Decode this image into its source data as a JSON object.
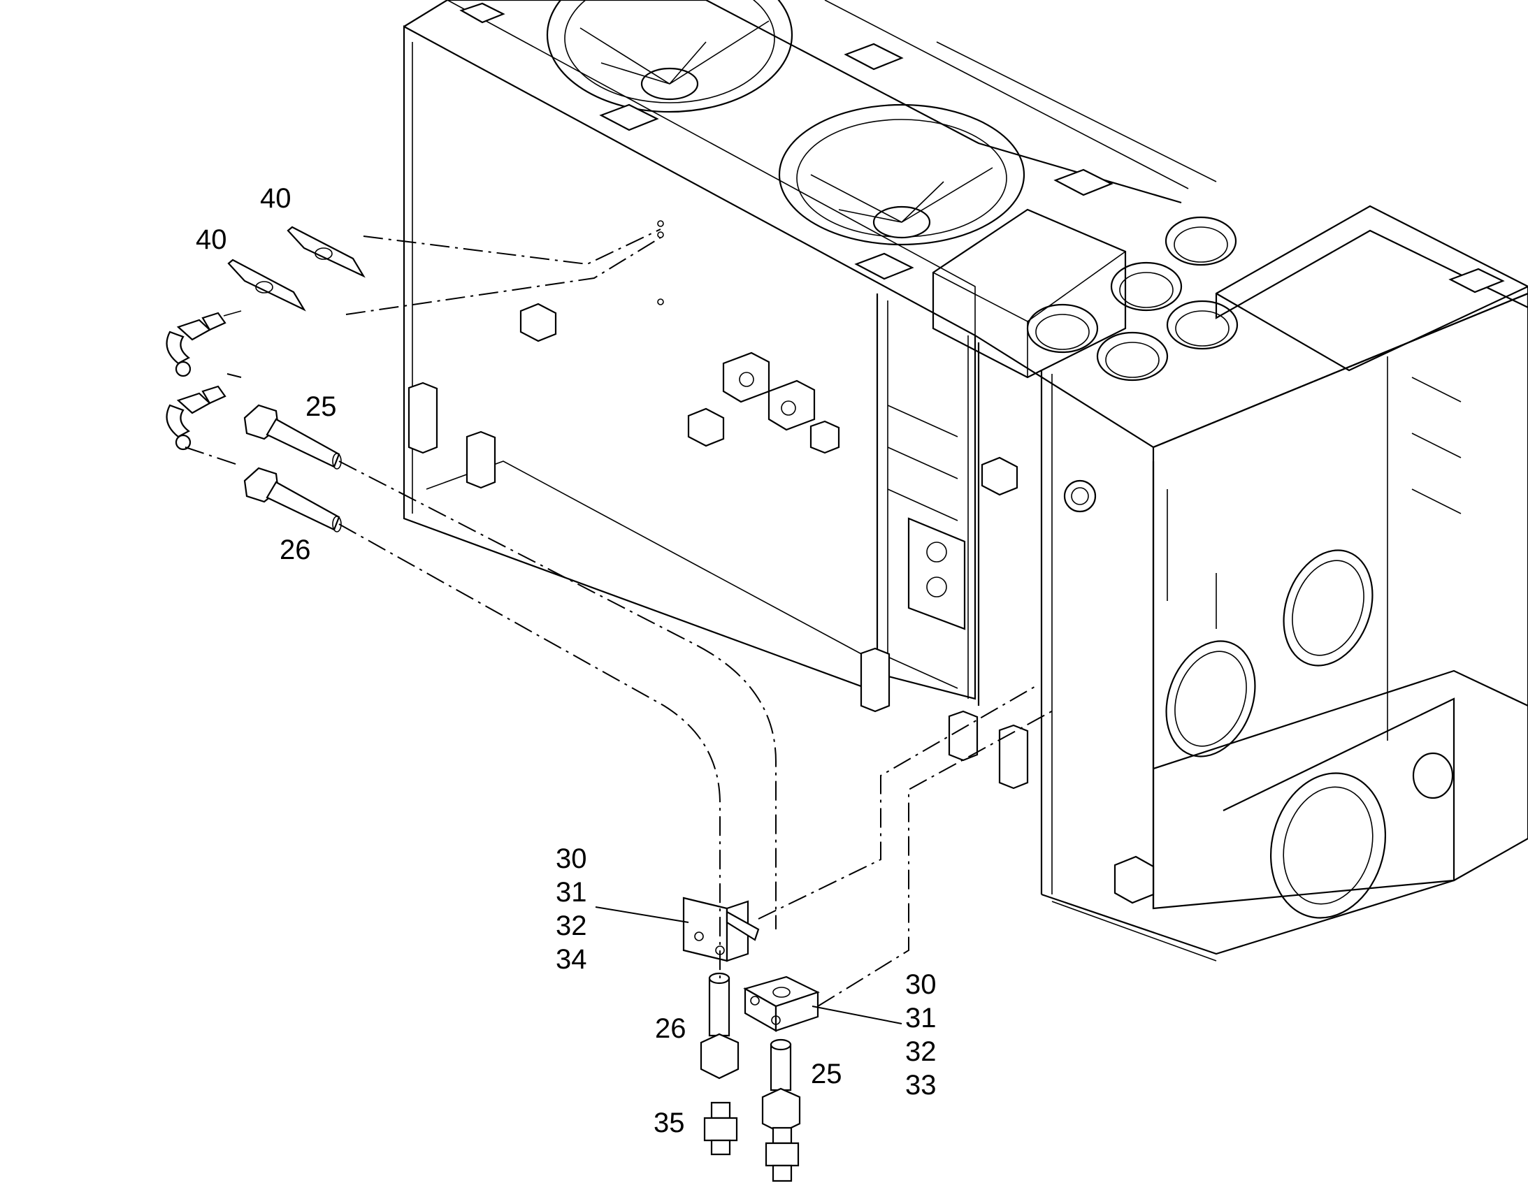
{
  "callouts": {
    "c40a": "40",
    "c40b": "40",
    "c25a": "25",
    "c26a": "26",
    "c30a": "30",
    "c31a": "31",
    "c32a": "32",
    "c34": "34",
    "c30b": "30",
    "c31b": "31",
    "c32b": "32",
    "c33": "33",
    "c26b": "26",
    "c25b": "25",
    "c35": "35"
  },
  "colors": {
    "line": "#000000",
    "background": "#ffffff",
    "shade": "#d9d9d9"
  }
}
